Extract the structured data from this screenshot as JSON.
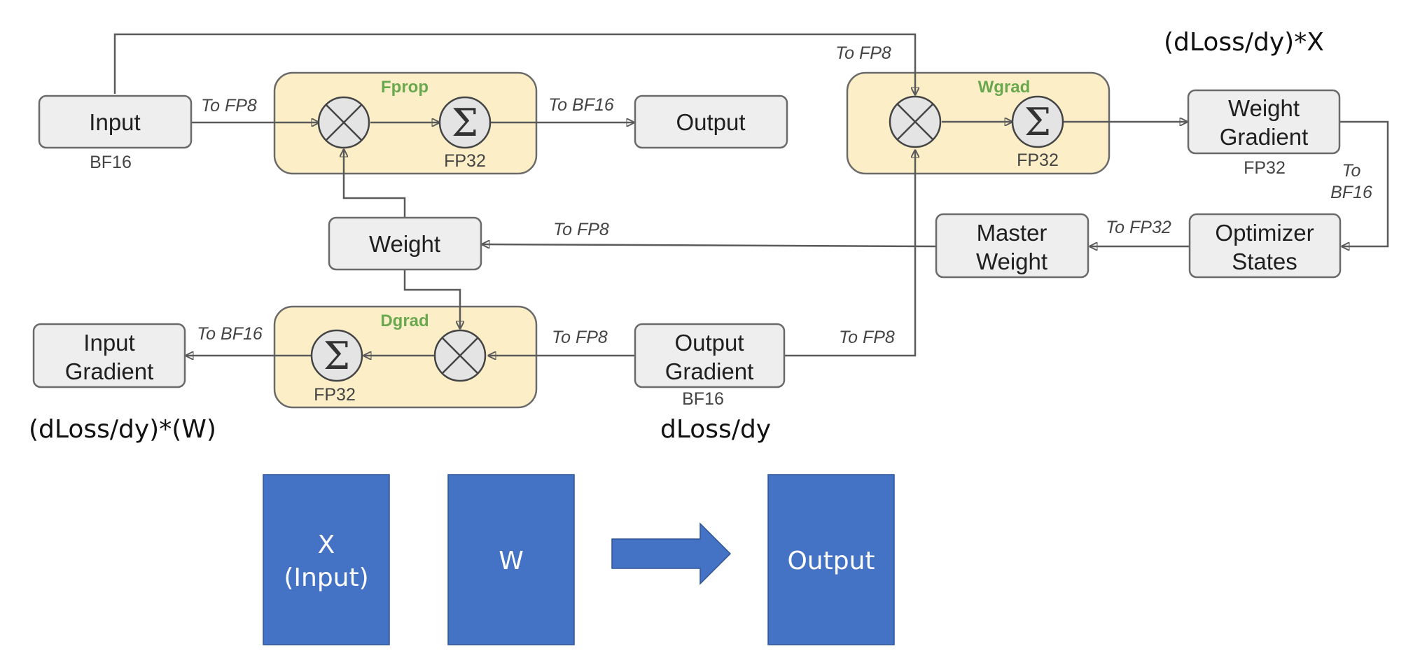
{
  "diagram": {
    "nodes": {
      "input": "Input",
      "output": "Output",
      "weight": "Weight",
      "weight_gradient": [
        "Weight",
        "Gradient"
      ],
      "master_weight": [
        "Master",
        "Weight"
      ],
      "optimizer_states": [
        "Optimizer",
        "States"
      ],
      "input_gradient": [
        "Input",
        "Gradient"
      ],
      "output_gradient": [
        "Output",
        "Gradient"
      ]
    },
    "stages": {
      "fprop": "Fprop",
      "wgrad": "Wgrad",
      "dgrad": "Dgrad"
    },
    "operators": {
      "sigma": "Σ"
    },
    "precision_labels": {
      "input": "BF16",
      "fprop_sum": "FP32",
      "wgrad_sum": "FP32",
      "weight_gradient": "FP32",
      "dgrad_sum": "FP32",
      "output_gradient": "BF16"
    },
    "edge_labels": {
      "input_to_fprop": "To FP8",
      "fprop_to_output": "To BF16",
      "input_to_wgrad": "To FP8",
      "weight_gradient_to_optimizer": [
        "To",
        "BF16"
      ],
      "master_to_weight": "To FP8",
      "optimizer_to_master": "To FP32",
      "dgrad_to_input_gradient": "To BF16",
      "output_gradient_to_dgrad": "To FP8",
      "output_gradient_to_wgrad": "To FP8"
    },
    "annotations": {
      "wgrad_formula": "(dLoss/dy)*X",
      "dgrad_formula": "(dLoss/dy)*(W)",
      "output_gradient_formula": "dLoss/dy"
    }
  },
  "matrix_illustration": {
    "blocks": {
      "x": [
        "X",
        "(Input)"
      ],
      "w": "W",
      "output": "Output"
    }
  },
  "colors": {
    "stage_fill": "#fcefc7",
    "box_fill": "#eeeeee",
    "line": "#5a5a5a",
    "stage_title": "#6aa84f",
    "block_fill": "#4472c4"
  }
}
